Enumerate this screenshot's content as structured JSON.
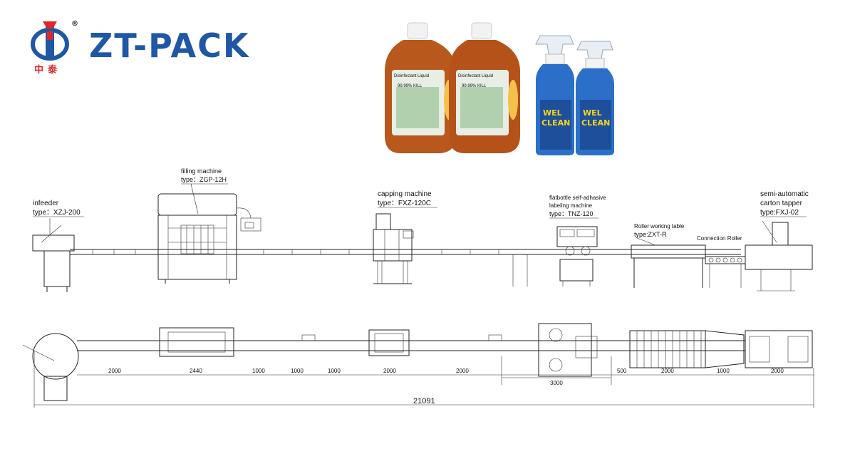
{
  "brand": {
    "name": "ZT-PACK",
    "chinese": "中泰",
    "registered": "®",
    "colors": {
      "blue": "#1f57a6",
      "red": "#e32626"
    }
  },
  "products": {
    "bottle_label_title": "Disinfectant Liquid",
    "bottle_label_claim": "99.99% KILL",
    "spray_label_line1": "WEL",
    "spray_label_line2": "CLEAN"
  },
  "machines": {
    "infeeder": {
      "name": "infeeder",
      "type": "type：XZJ-200"
    },
    "filling": {
      "name": "filling machine",
      "type": "type：ZGP-12H"
    },
    "capping": {
      "name": "capping machine",
      "type": "type：FXZ-120C"
    },
    "labeling": {
      "name_line1": "flatbottle self-adhasive",
      "name_line2": "labeling machine",
      "type": "type：TNZ-120"
    },
    "roller_table": {
      "name": "Roller working table",
      "type": "type:ZXT-R"
    },
    "connection": {
      "name": "Connection Roller"
    },
    "carton": {
      "name_line1": "semi-automatic",
      "name_line2": "carton tapper",
      "type": "type:FXJ-02"
    }
  },
  "dimensions": {
    "segments": [
      "2000",
      "2440",
      "1000",
      "1000",
      "1000",
      "2000",
      "2000",
      "3000",
      "500",
      "2000",
      "1000",
      "2000"
    ],
    "total": "21091"
  }
}
